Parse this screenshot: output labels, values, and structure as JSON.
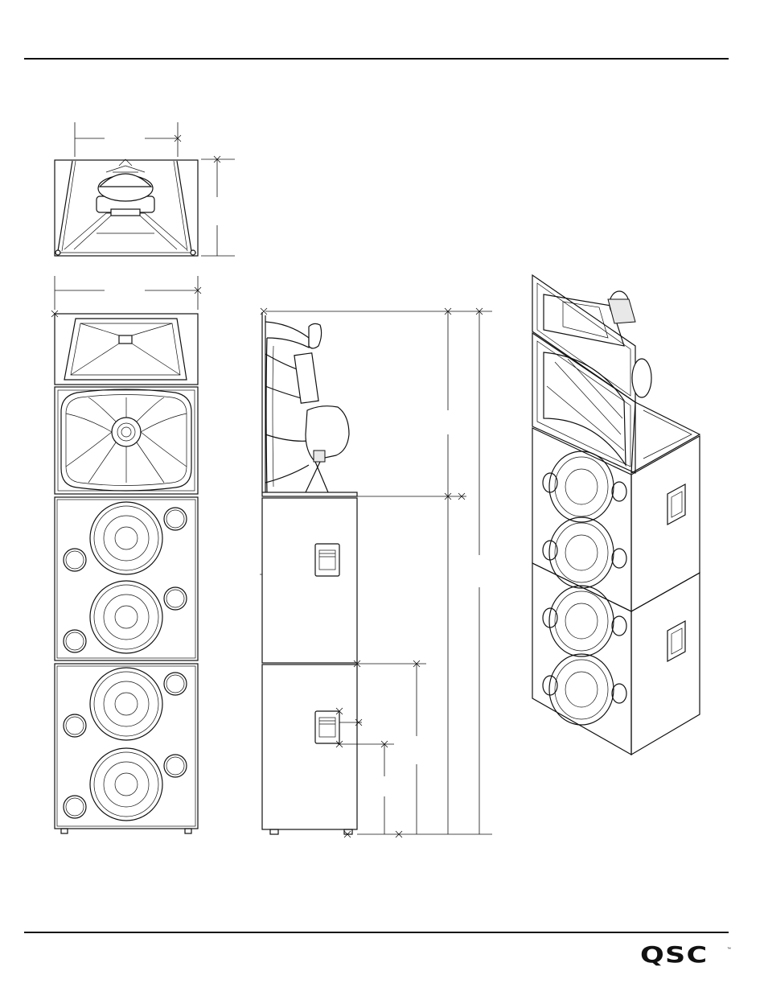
{
  "document": {
    "brand_logo": "QSC",
    "trademark": "™"
  },
  "views": [
    {
      "name": "top-view"
    },
    {
      "name": "front-view"
    },
    {
      "name": "side-view"
    },
    {
      "name": "isometric-view"
    }
  ]
}
